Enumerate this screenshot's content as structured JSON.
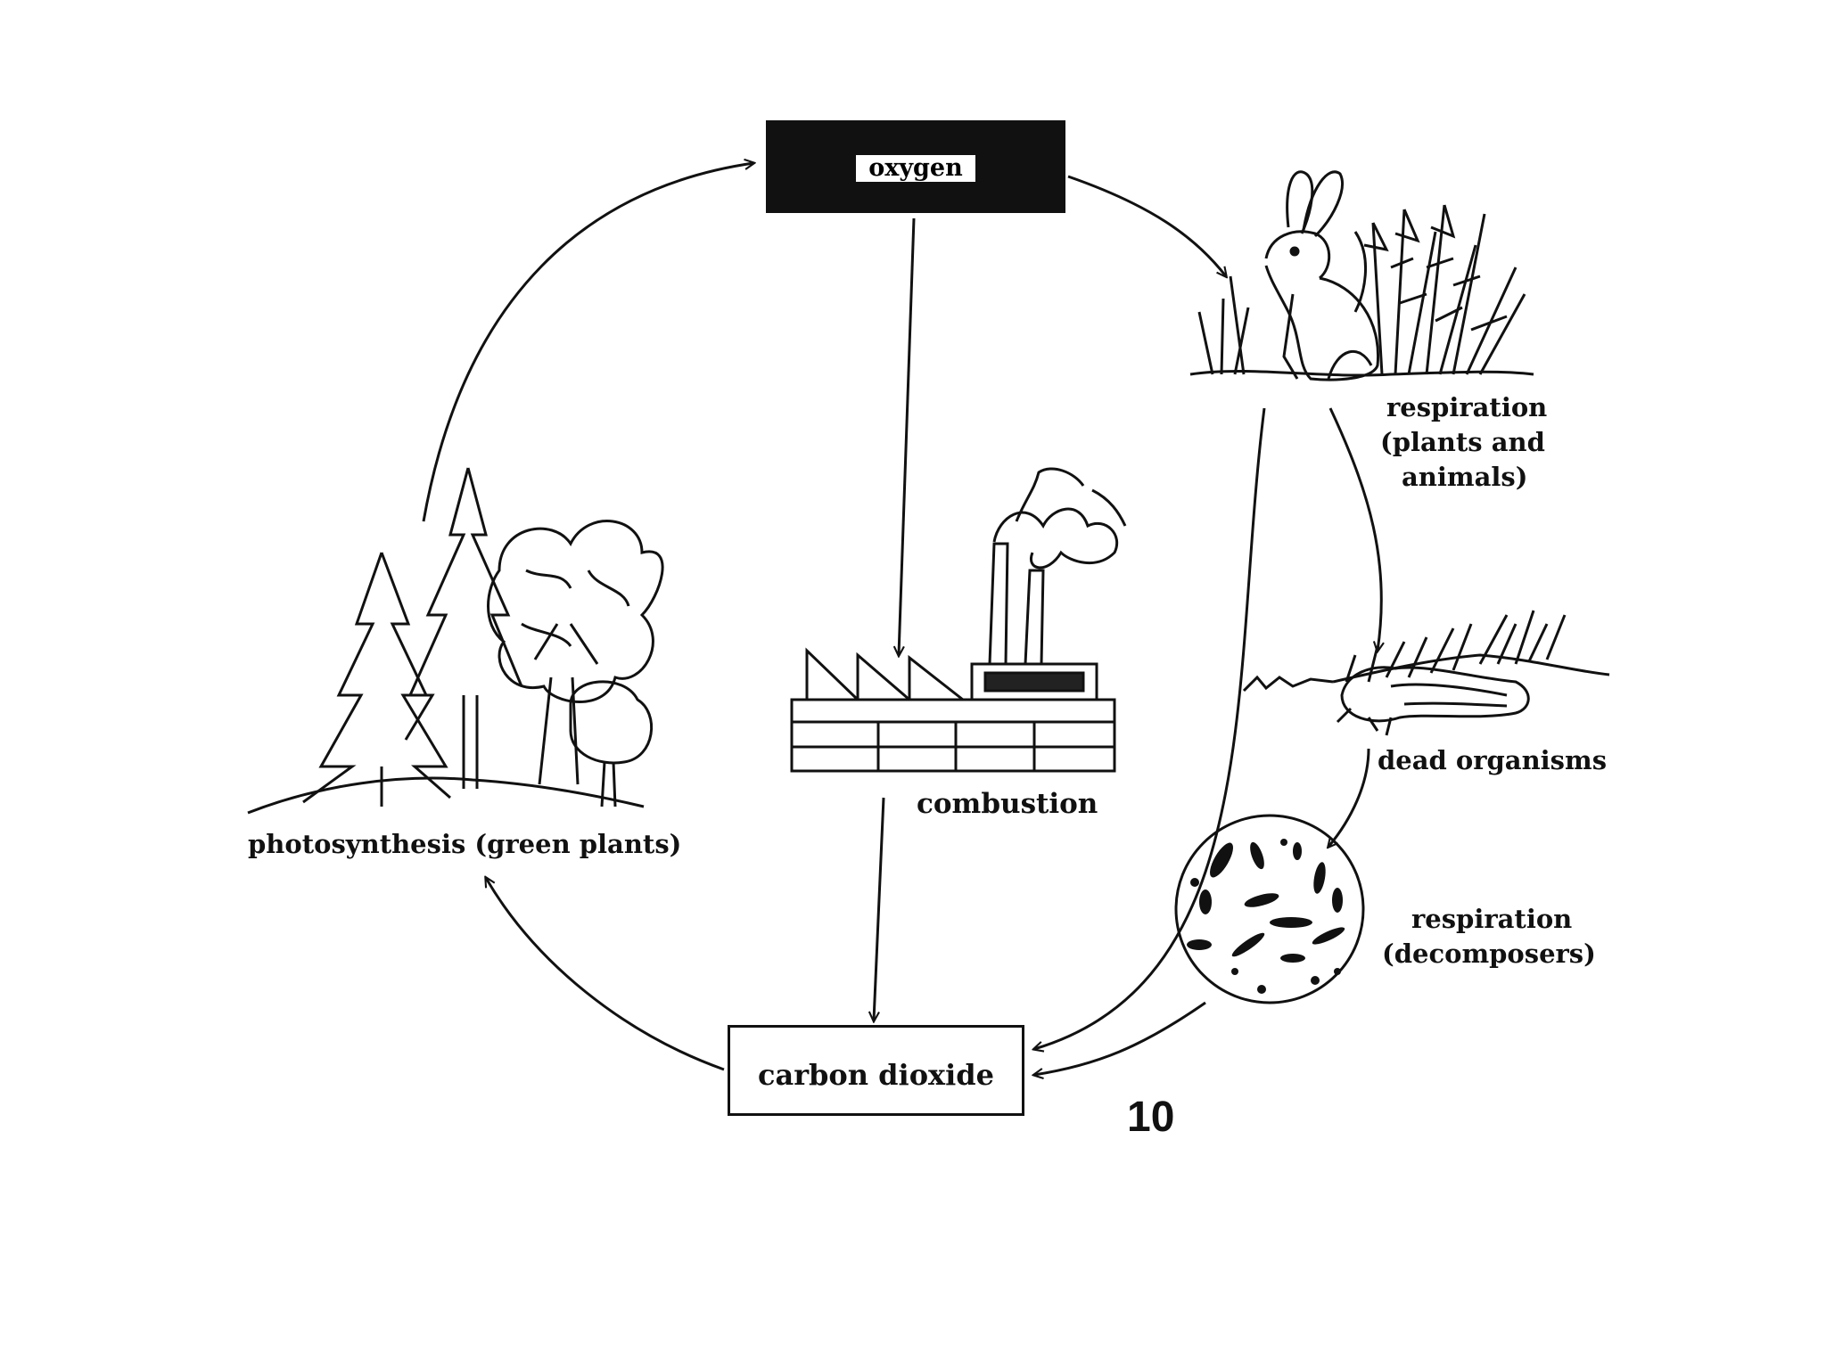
{
  "labels": {
    "oxygen": "oxygen",
    "carbon_dioxide": "carbon dioxide",
    "photosynthesis": "photosynthesis (green plants)",
    "combustion": "combustion",
    "respiration_plants_animals": [
      "respiration",
      "(plants and",
      "animals)"
    ],
    "dead_organisms": "dead organisms",
    "respiration_decomposers": [
      "respiration",
      "(decomposers)"
    ]
  },
  "page_number": "10"
}
